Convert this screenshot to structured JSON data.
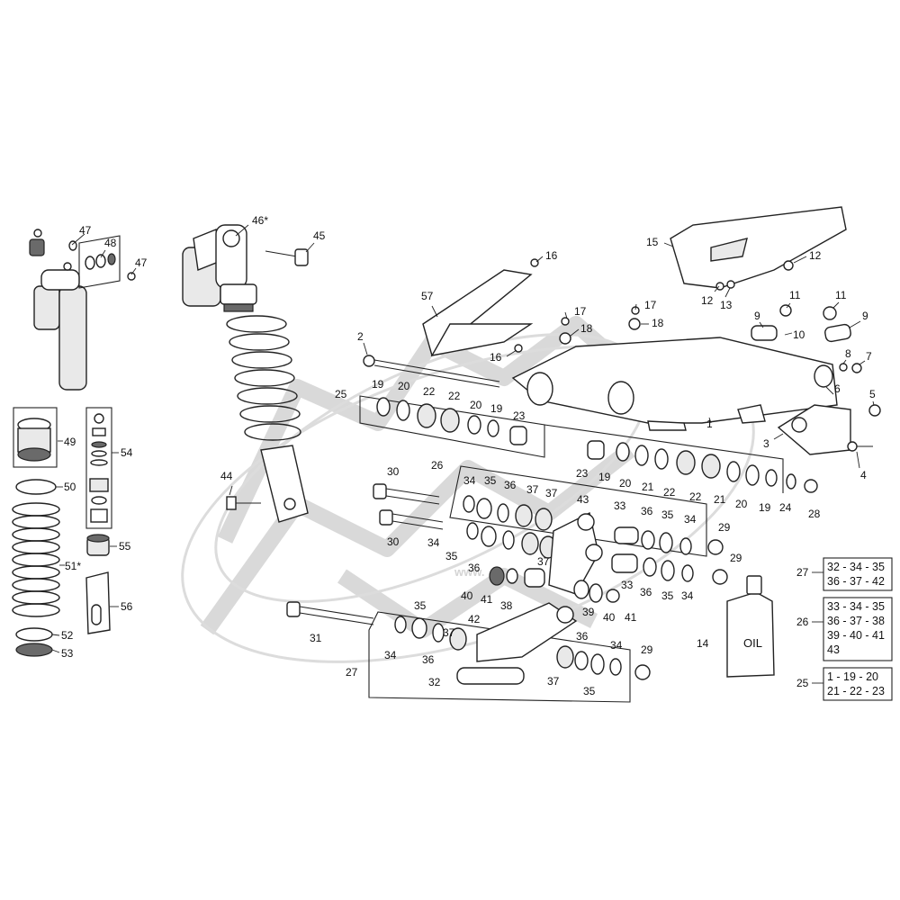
{
  "watermark": {
    "text": "www.",
    "color": "#d9d9d9"
  },
  "oil_label": "OIL",
  "callouts": [
    {
      "id": "c1",
      "text": "1"
    },
    {
      "id": "c2",
      "text": "2"
    },
    {
      "id": "c3",
      "text": "3"
    },
    {
      "id": "c4",
      "text": "4"
    },
    {
      "id": "c5",
      "text": "5"
    },
    {
      "id": "c6",
      "text": "6"
    },
    {
      "id": "c7",
      "text": "7"
    },
    {
      "id": "c8",
      "text": "8"
    },
    {
      "id": "c9a",
      "text": "9"
    },
    {
      "id": "c9b",
      "text": "9"
    },
    {
      "id": "c10",
      "text": "10"
    },
    {
      "id": "c11a",
      "text": "11"
    },
    {
      "id": "c11b",
      "text": "11"
    },
    {
      "id": "c12a",
      "text": "12"
    },
    {
      "id": "c12b",
      "text": "12"
    },
    {
      "id": "c13",
      "text": "13"
    },
    {
      "id": "c14",
      "text": "14"
    },
    {
      "id": "c15",
      "text": "15"
    },
    {
      "id": "c16a",
      "text": "16"
    },
    {
      "id": "c16b",
      "text": "16"
    },
    {
      "id": "c17a",
      "text": "17"
    },
    {
      "id": "c17b",
      "text": "17"
    },
    {
      "id": "c18a",
      "text": "18"
    },
    {
      "id": "c18b",
      "text": "18"
    },
    {
      "id": "c19a",
      "text": "19"
    },
    {
      "id": "c19b",
      "text": "19"
    },
    {
      "id": "c19c",
      "text": "19"
    },
    {
      "id": "c19d",
      "text": "19"
    },
    {
      "id": "c20a",
      "text": "20"
    },
    {
      "id": "c20b",
      "text": "20"
    },
    {
      "id": "c20c",
      "text": "20"
    },
    {
      "id": "c20d",
      "text": "20"
    },
    {
      "id": "c21a",
      "text": "21"
    },
    {
      "id": "c21b",
      "text": "21"
    },
    {
      "id": "c22a",
      "text": "22"
    },
    {
      "id": "c22b",
      "text": "22"
    },
    {
      "id": "c22c",
      "text": "22"
    },
    {
      "id": "c22d",
      "text": "22"
    },
    {
      "id": "c23a",
      "text": "23"
    },
    {
      "id": "c23b",
      "text": "23"
    },
    {
      "id": "c24",
      "text": "24"
    },
    {
      "id": "c25a",
      "text": "25"
    },
    {
      "id": "c25b",
      "text": "25"
    },
    {
      "id": "c26a",
      "text": "26"
    },
    {
      "id": "c26b",
      "text": "26"
    },
    {
      "id": "c27a",
      "text": "27"
    },
    {
      "id": "c27b",
      "text": "27"
    },
    {
      "id": "c28",
      "text": "28"
    },
    {
      "id": "c29a",
      "text": "29"
    },
    {
      "id": "c29b",
      "text": "29"
    },
    {
      "id": "c29c",
      "text": "29"
    },
    {
      "id": "c30a",
      "text": "30"
    },
    {
      "id": "c30b",
      "text": "30"
    },
    {
      "id": "c31",
      "text": "31"
    },
    {
      "id": "c32",
      "text": "32"
    },
    {
      "id": "c33a",
      "text": "33"
    },
    {
      "id": "c33b",
      "text": "33"
    },
    {
      "id": "c34a",
      "text": "34"
    },
    {
      "id": "c34b",
      "text": "34"
    },
    {
      "id": "c34c",
      "text": "34"
    },
    {
      "id": "c34d",
      "text": "34"
    },
    {
      "id": "c34e",
      "text": "34"
    },
    {
      "id": "c34f",
      "text": "34"
    },
    {
      "id": "c35a",
      "text": "35"
    },
    {
      "id": "c35b",
      "text": "35"
    },
    {
      "id": "c35c",
      "text": "35"
    },
    {
      "id": "c35d",
      "text": "35"
    },
    {
      "id": "c35e",
      "text": "35"
    },
    {
      "id": "c35f",
      "text": "35"
    },
    {
      "id": "c36a",
      "text": "36"
    },
    {
      "id": "c36b",
      "text": "36"
    },
    {
      "id": "c36c",
      "text": "36"
    },
    {
      "id": "c36d",
      "text": "36"
    },
    {
      "id": "c36e",
      "text": "36"
    },
    {
      "id": "c36f",
      "text": "36"
    },
    {
      "id": "c37a",
      "text": "37"
    },
    {
      "id": "c37b",
      "text": "37"
    },
    {
      "id": "c37c",
      "text": "37"
    },
    {
      "id": "c37d",
      "text": "37"
    },
    {
      "id": "c37e",
      "text": "37"
    },
    {
      "id": "c38",
      "text": "38"
    },
    {
      "id": "c39",
      "text": "39"
    },
    {
      "id": "c40a",
      "text": "40"
    },
    {
      "id": "c40b",
      "text": "40"
    },
    {
      "id": "c41a",
      "text": "41"
    },
    {
      "id": "c41b",
      "text": "41"
    },
    {
      "id": "c42",
      "text": "42"
    },
    {
      "id": "c43",
      "text": "43"
    },
    {
      "id": "c44",
      "text": "44"
    },
    {
      "id": "c45",
      "text": "45"
    },
    {
      "id": "c46",
      "text": "46*"
    },
    {
      "id": "c47a",
      "text": "47"
    },
    {
      "id": "c47b",
      "text": "47"
    },
    {
      "id": "c48",
      "text": "48"
    },
    {
      "id": "c49",
      "text": "49"
    },
    {
      "id": "c50",
      "text": "50"
    },
    {
      "id": "c51",
      "text": "51*"
    },
    {
      "id": "c52",
      "text": "52"
    },
    {
      "id": "c53",
      "text": "53"
    },
    {
      "id": "c54",
      "text": "54"
    },
    {
      "id": "c55",
      "text": "55"
    },
    {
      "id": "c56",
      "text": "56"
    },
    {
      "id": "c57",
      "text": "57"
    }
  ],
  "kits": [
    {
      "ref": "27",
      "lines": [
        "32 - 34 - 35",
        "36 - 37 - 42"
      ]
    },
    {
      "ref": "26",
      "lines": [
        "33 - 34 - 35",
        "36 - 37 - 38",
        "39 - 40 - 41",
        "43"
      ]
    },
    {
      "ref": "25",
      "lines": [
        "1 - 19 - 20",
        "21 - 22 - 23"
      ]
    }
  ]
}
